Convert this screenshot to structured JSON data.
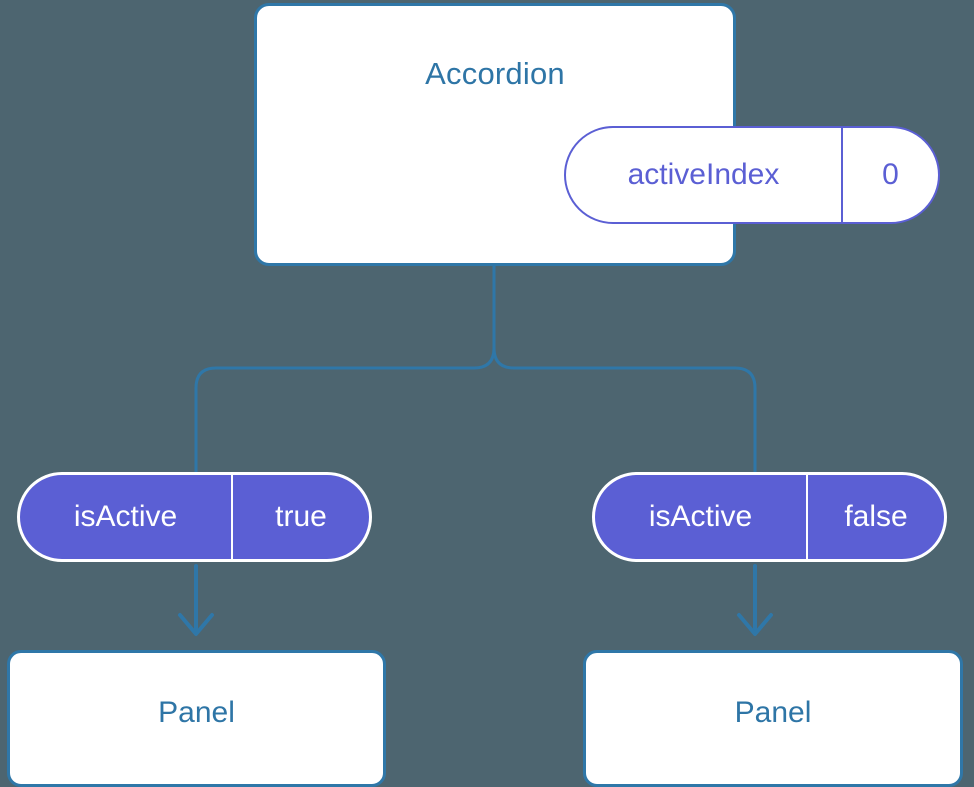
{
  "diagram": {
    "type": "component-state-tree",
    "background_color": "#4d6570",
    "accent_blue": "#2f77a8",
    "accent_indigo": "#5b5fd4",
    "title_text_color": "#2e75a6"
  },
  "parent": {
    "name": "Accordion",
    "state": {
      "key": "activeIndex",
      "value": "0"
    }
  },
  "children": [
    {
      "prop": {
        "key": "isActive",
        "value": "true"
      },
      "component": {
        "name": "Panel"
      }
    },
    {
      "prop": {
        "key": "isActive",
        "value": "false"
      },
      "component": {
        "name": "Panel"
      }
    }
  ]
}
